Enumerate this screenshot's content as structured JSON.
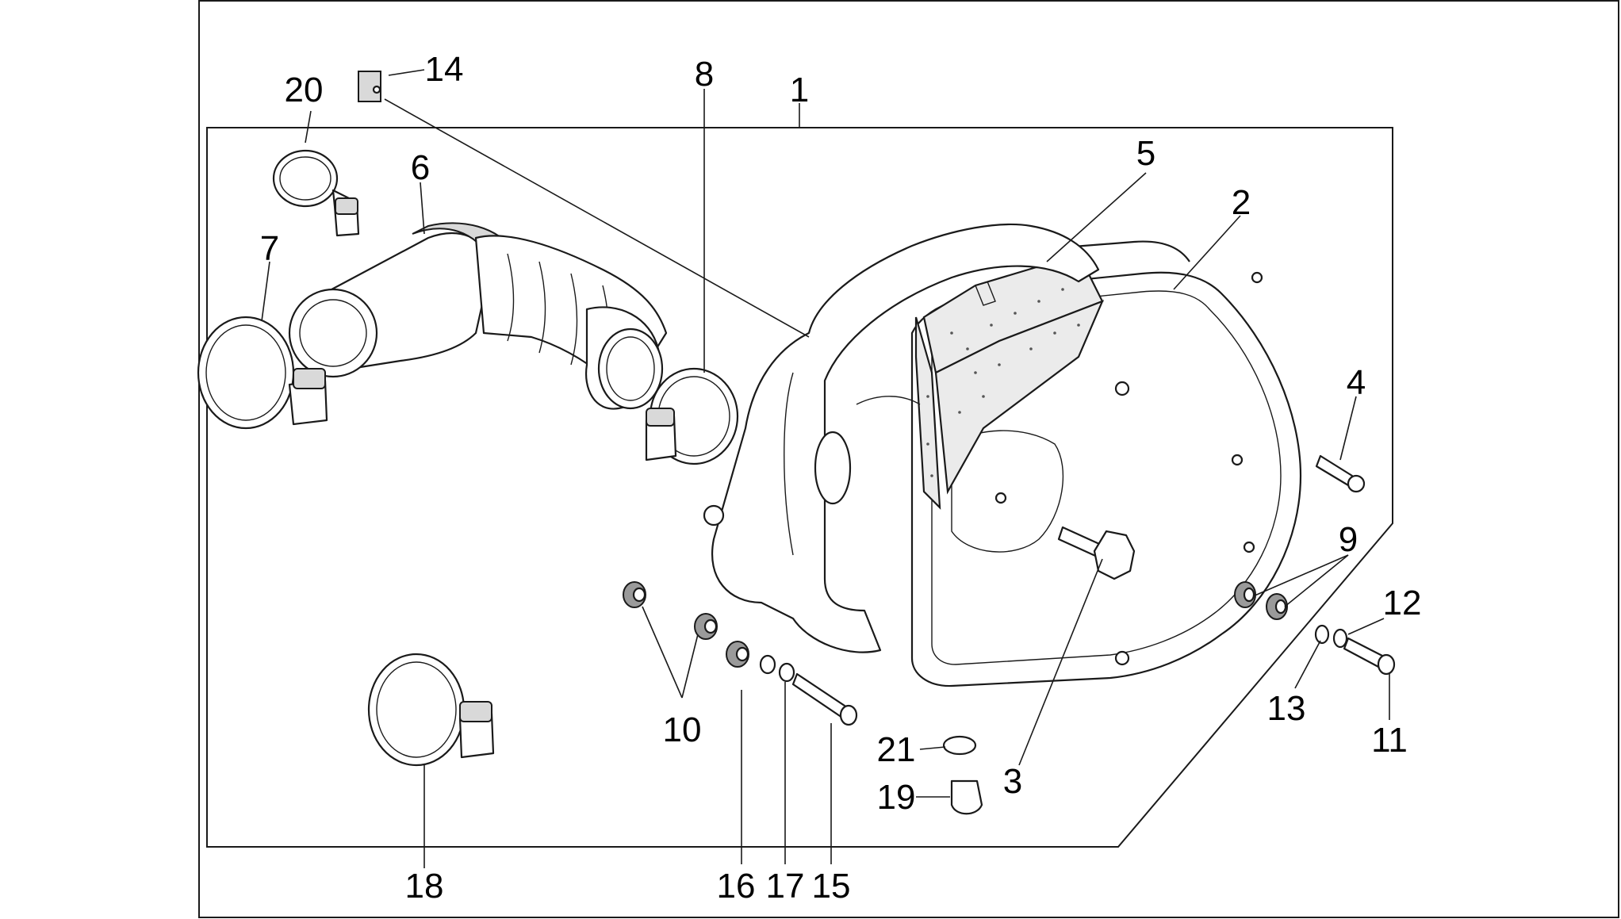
{
  "diagram": {
    "labels": {
      "p1": "1",
      "p2": "2",
      "p3": "3",
      "p4": "4",
      "p5": "5",
      "p6": "6",
      "p7": "7",
      "p8": "8",
      "p9": "9",
      "p10": "10",
      "p11": "11",
      "p12": "12",
      "p13": "13",
      "p14": "14",
      "p15": "15",
      "p16": "16",
      "p17": "17",
      "p18": "18",
      "p19": "19",
      "p20": "20",
      "p21": "21"
    },
    "colors": {
      "line": "#1a1a1a",
      "fill": "#ffffff",
      "shade": "#d9d9d9"
    }
  }
}
